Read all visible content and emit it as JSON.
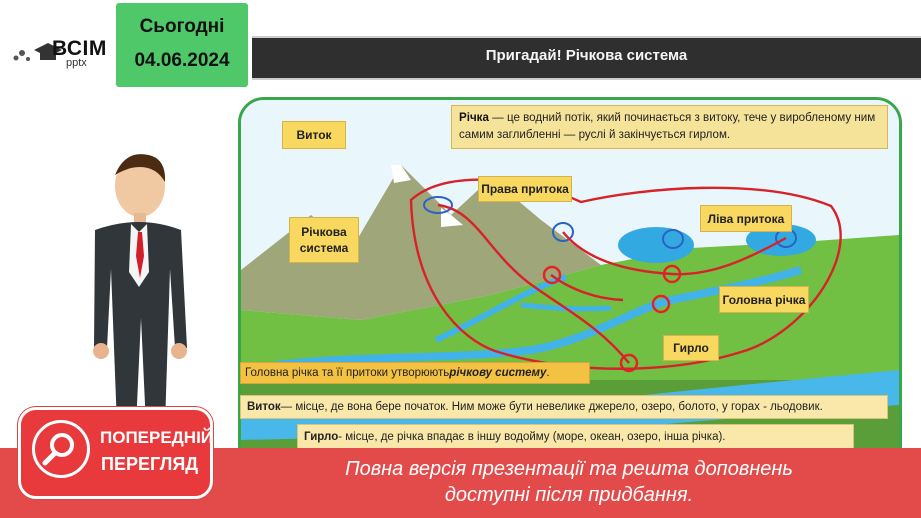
{
  "logo": {
    "brand": "ВСІМ",
    "sub": "pptx",
    "icon": "graduation-cap-icon"
  },
  "date": {
    "title": "Сьогодні",
    "value": "04.06.2024"
  },
  "header": {
    "title": "Пригадай! Річкова система"
  },
  "definitions": {
    "river_term": "Річка",
    "river_text": " — це водний потік, який починається з витоку, тече у виробленому ним самим заглибленні — руслі й закінчується гирлом.",
    "system_text": "Головна річка та її притоки утворюють ",
    "system_term": "річкову систему",
    "system_end": ".",
    "source_term": "Виток",
    "source_text": " — місце, де вона бере початок. Ним може бути невелике джерело, озеро, болото, у горах - льодовик.",
    "mouth_term": "Гирло",
    "mouth_text": " - місце, де річка впадає в іншу водойму (море, океан, озеро, інша річка)."
  },
  "callouts": {
    "source": "Виток",
    "right_tributary": "Права притока",
    "river_system_1": "Річкова",
    "river_system_2": "система",
    "left_tributary": "Ліва притока",
    "main_river": "Головна річка",
    "mouth": "Гирло"
  },
  "preview": {
    "line1": "ПОПЕРЕДНІЙ",
    "line2": "ПЕРЕГЛЯД",
    "icon": "search-icon"
  },
  "notice": {
    "line1": "Повна версія презентації та решта доповнень",
    "line2": "доступні після придбання."
  },
  "colors": {
    "accent_green": "#4fc869",
    "header_dark": "#2f2f2f",
    "banner_red": "#e34b4b",
    "callout_yellow": "#f8d85f"
  }
}
